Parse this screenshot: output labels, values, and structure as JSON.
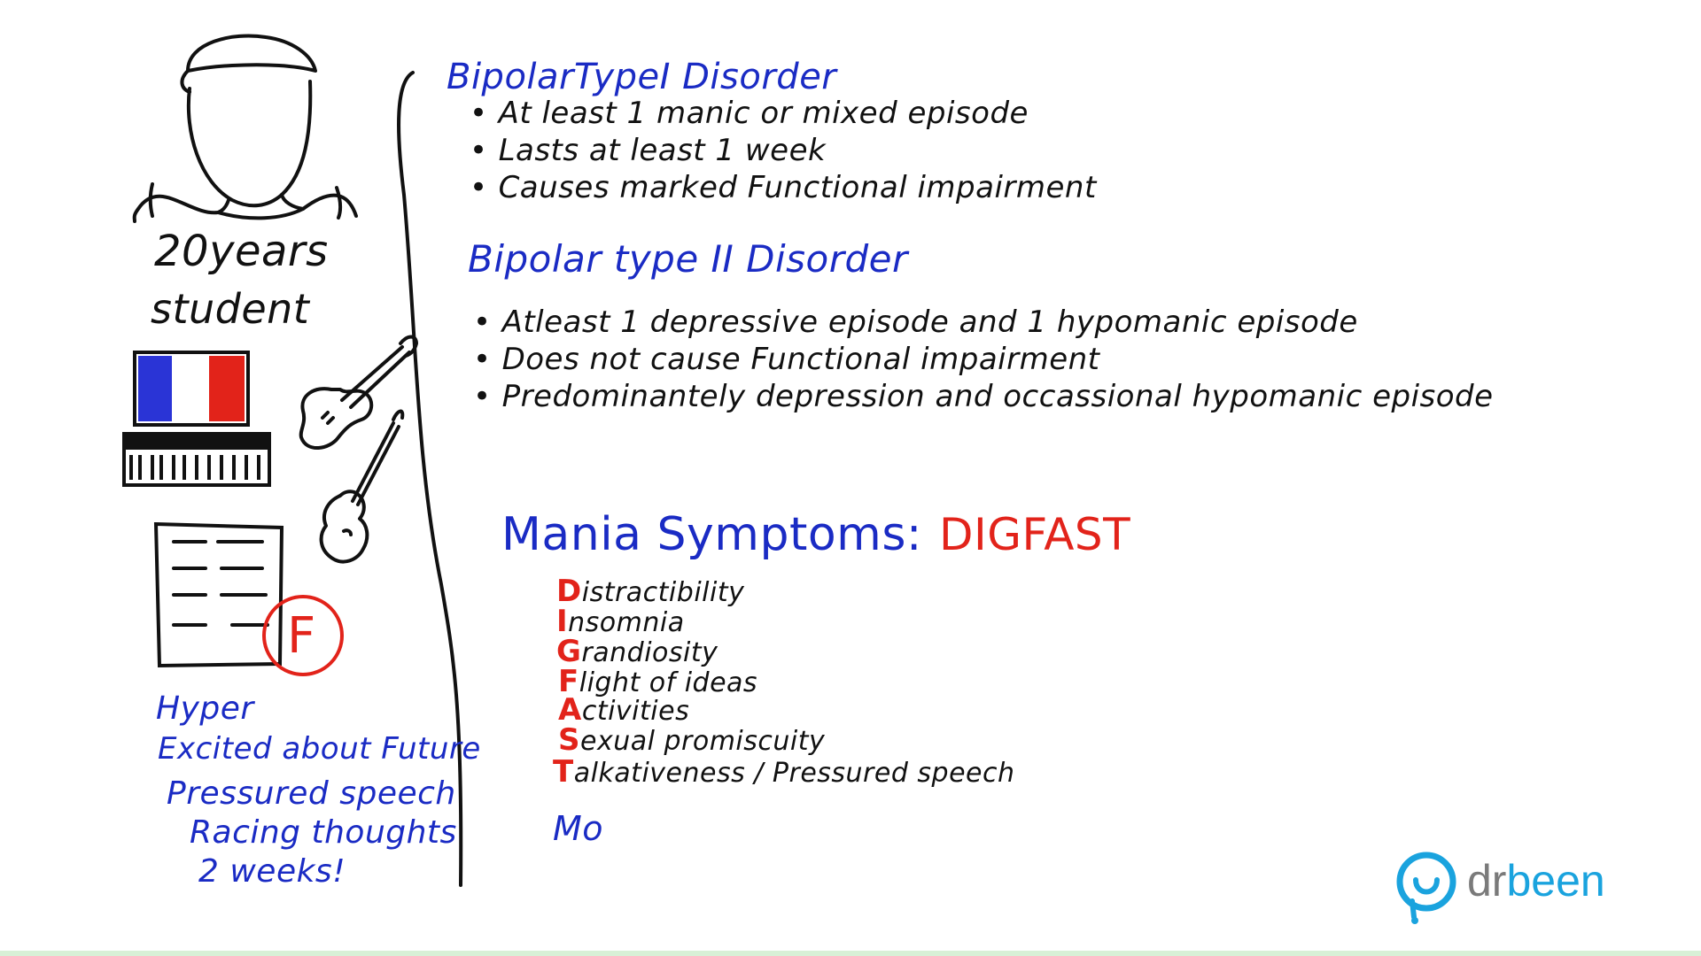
{
  "patient": {
    "age": "20years",
    "occupation": "student",
    "grade": "F",
    "notes": [
      "Hyper",
      "Excited about Future",
      "Pressured speech",
      "Racing thoughts",
      "2 weeks!"
    ]
  },
  "bipolar_type1": {
    "heading": "BipolarTypeI Disorder",
    "items": [
      "At least  1 manic or mixed episode",
      "Lasts  at least 1 week",
      "Causes marked Functional impairment"
    ]
  },
  "bipolar_type2": {
    "heading": "Bipolar type II Disorder",
    "items": [
      "Atleast 1 depressive episode and 1 hypomanic episode",
      "Does not cause Functional impairment",
      "Predominantely depression and occassional hypomanic episode"
    ]
  },
  "mania": {
    "title": "Mania Symptoms:",
    "acronym": "DIGFAST",
    "items": [
      {
        "initial": "D",
        "rest": "istractibility"
      },
      {
        "initial": "I",
        "rest": "nsomnia"
      },
      {
        "initial": "G",
        "rest": "randiosity"
      },
      {
        "initial": "F",
        "rest": "light of ideas"
      },
      {
        "initial": "A",
        "rest": "ctivities"
      },
      {
        "initial": "S",
        "rest": "exual promiscuity"
      },
      {
        "initial": "T",
        "rest": "alkativeness / Pressured speech"
      }
    ],
    "partial": "Mo"
  },
  "logo": {
    "dr": "dr",
    "been": "been"
  },
  "colors": {
    "blue_ink": "#1a2bc4",
    "black_ink": "#111111",
    "red_ink": "#e2231a",
    "logo_blue": "#1aa3de",
    "logo_gray": "#7a7a7a"
  }
}
